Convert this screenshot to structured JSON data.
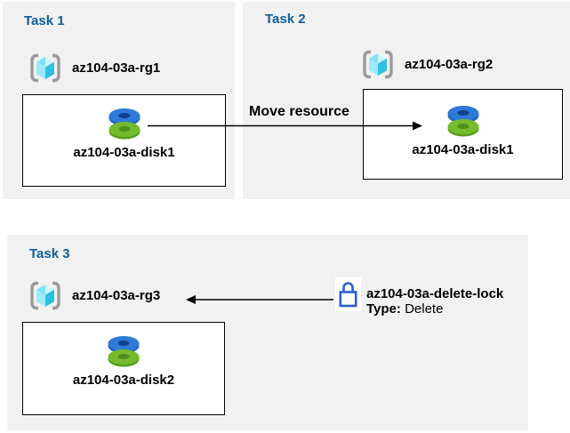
{
  "tasks": [
    {
      "title": "Task 1",
      "resource_group": "az104-03a-rg1",
      "resource": "az104-03a-disk1"
    },
    {
      "title": "Task 2",
      "resource_group": "az104-03a-rg2",
      "resource": "az104-03a-disk1"
    },
    {
      "title": "Task 3",
      "resource_group": "az104-03a-rg3",
      "resource": "az104-03a-disk2"
    }
  ],
  "move_arrow": {
    "label": "Move resource"
  },
  "lock": {
    "name": "az104-03a-delete-lock",
    "type_label": "Type:",
    "type_value": "Delete"
  },
  "icons": {
    "resource_group": "resource-group-icon",
    "disk": "managed-disk-icon",
    "lock": "delete-lock-icon",
    "move_arrow": "arrow-right-icon",
    "lock_arrow": "arrow-left-icon"
  },
  "colors": {
    "panel_bg": "#f1f1f1",
    "title_blue": "#0f5e9e",
    "lock_blue": "#2a5fd0",
    "disk_blue": "#2e7ad8",
    "disk_green": "#74bb2d",
    "rg_cyan_dark": "#2ec0e2",
    "rg_cyan_light": "#cdf5fc",
    "bracket_gray": "#9a9a9a",
    "arrow_black": "#000000"
  }
}
